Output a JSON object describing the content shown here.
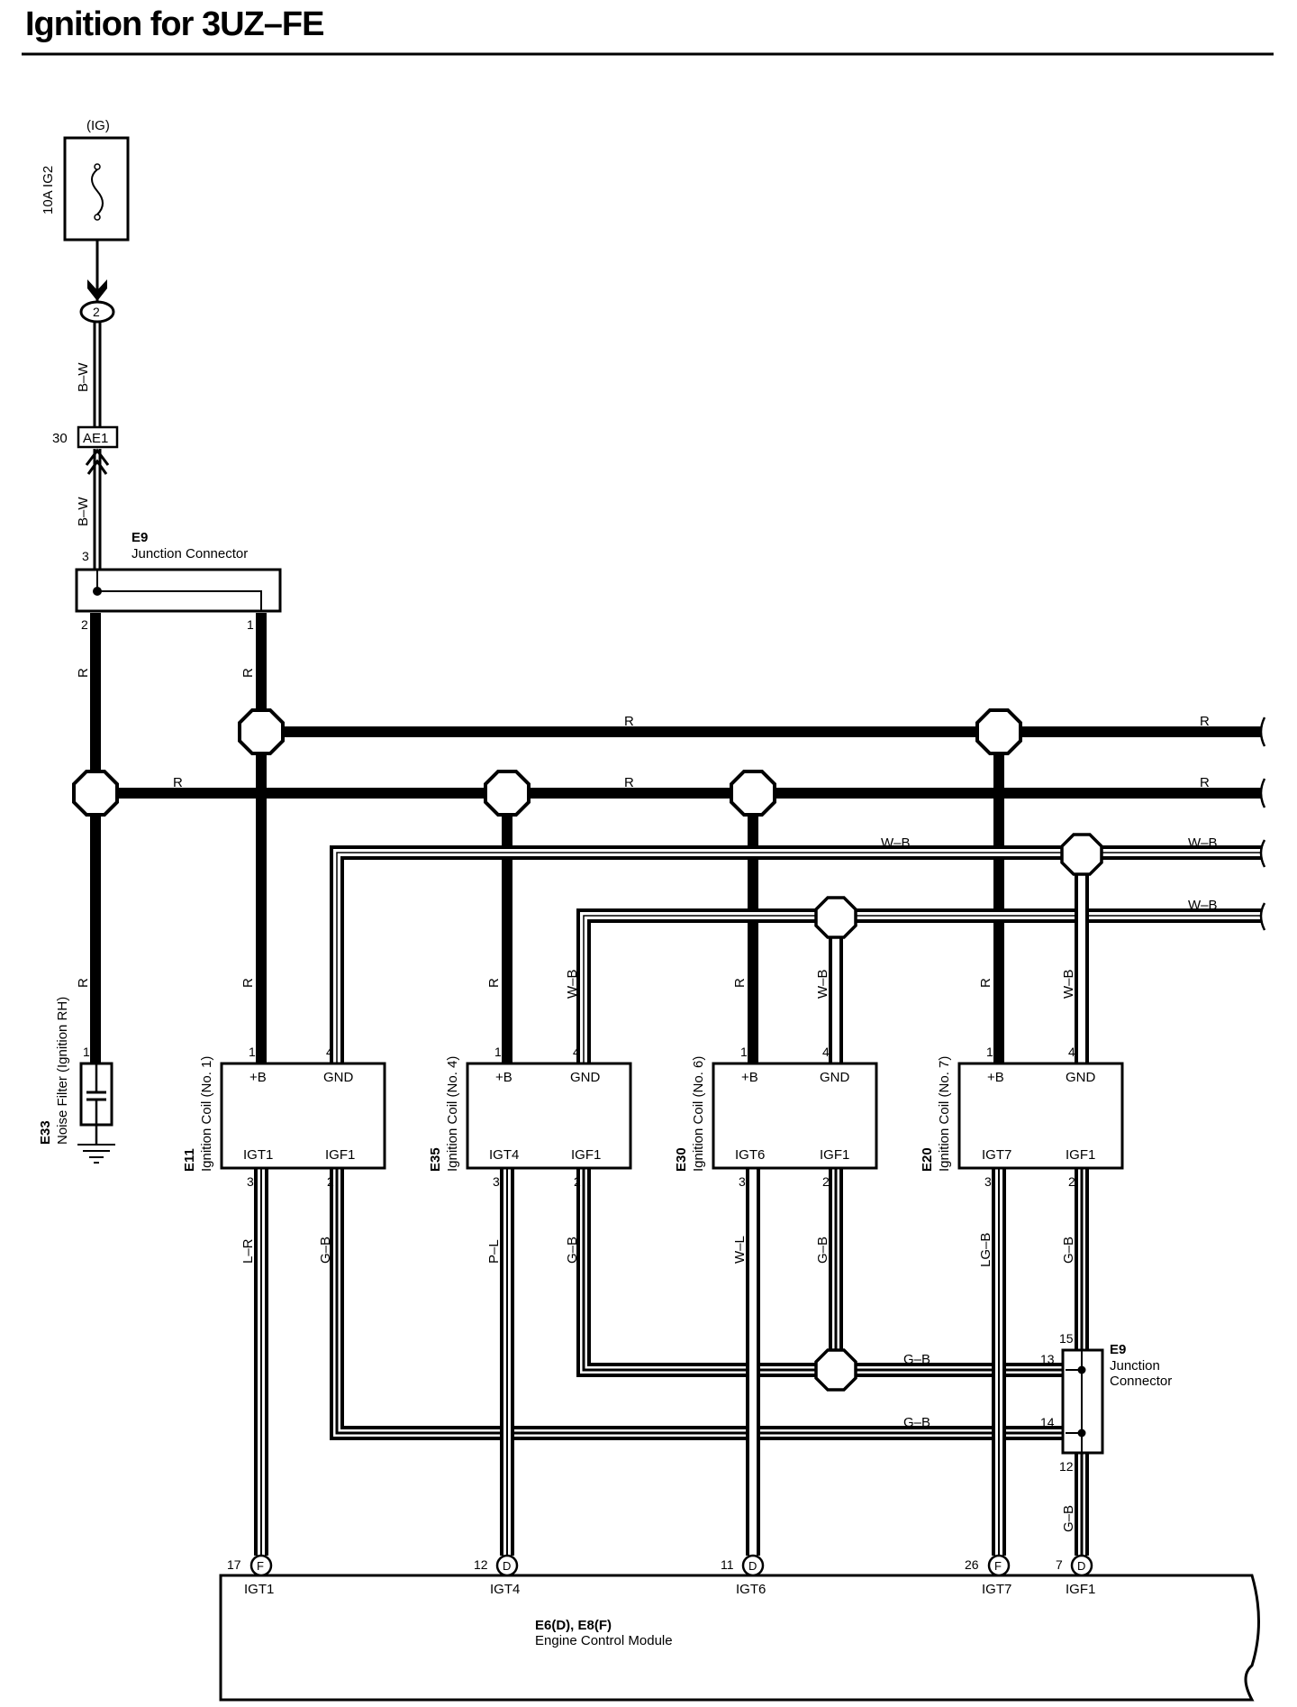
{
  "title": "Ignition for 3UZ–FE",
  "fuse": {
    "label": "(IG)",
    "rating": "10A IG2"
  },
  "connectors": {
    "ig_pin": "2",
    "ae1_pin": "30",
    "ae1_label": "AE1"
  },
  "junction_top": {
    "code": "E9",
    "name": "Junction Connector",
    "pins": [
      "3",
      "2",
      "1"
    ]
  },
  "junction_right": {
    "code": "E9",
    "name_line1": "Junction",
    "name_line2": "Connector",
    "pins": [
      "15",
      "13",
      "14",
      "12"
    ]
  },
  "noise_filter": {
    "code": "E33",
    "name": "Noise Filter (Ignition RH)",
    "pin": "1"
  },
  "wire_colors": {
    "bw": "B–W",
    "r": "R",
    "wb": "W–B",
    "lr": "L–R",
    "gb": "G–B",
    "pl": "P–L",
    "wl": "W–L",
    "lgb": "LG–B"
  },
  "coils": [
    {
      "code": "E11",
      "name": "Ignition Coil (No. 1)",
      "b": "+B",
      "gnd": "GND",
      "igt": "IGT1",
      "igf": "IGF1",
      "pins": [
        "1",
        "4",
        "3",
        "2"
      ]
    },
    {
      "code": "E35",
      "name": "Ignition Coil (No. 4)",
      "b": "+B",
      "gnd": "GND",
      "igt": "IGT4",
      "igf": "IGF1",
      "pins": [
        "1",
        "4",
        "3",
        "2"
      ]
    },
    {
      "code": "E30",
      "name": "Ignition Coil (No. 6)",
      "b": "+B",
      "gnd": "GND",
      "igt": "IGT6",
      "igf": "IGF1",
      "pins": [
        "1",
        "4",
        "3",
        "2"
      ]
    },
    {
      "code": "E20",
      "name": "Ignition Coil (No. 7)",
      "b": "+B",
      "gnd": "GND",
      "igt": "IGT7",
      "igf": "IGF1",
      "pins": [
        "1",
        "4",
        "3",
        "2"
      ]
    }
  ],
  "ecm": {
    "code": "E6(D), E8(F)",
    "name": "Engine Control Module",
    "terminals": [
      {
        "pin": "17",
        "conn": "F",
        "label": "IGT1"
      },
      {
        "pin": "12",
        "conn": "D",
        "label": "IGT4"
      },
      {
        "pin": "11",
        "conn": "D",
        "label": "IGT6"
      },
      {
        "pin": "26",
        "conn": "F",
        "label": "IGT7"
      },
      {
        "pin": "7",
        "conn": "D",
        "label": "IGF1"
      }
    ]
  }
}
